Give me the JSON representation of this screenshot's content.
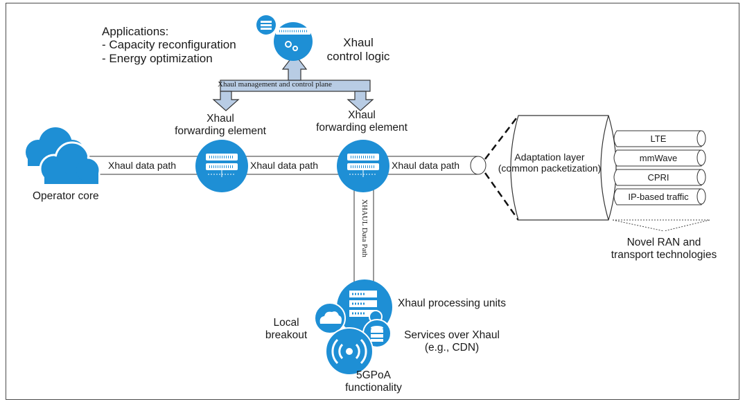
{
  "applications": {
    "title": "Applications:",
    "items": [
      "- Capacity reconfiguration",
      "- Energy optimization"
    ]
  },
  "control_logic": {
    "line1": "Xhaul",
    "line2": "control logic"
  },
  "management_plane": "Xhaul management and control plane",
  "forwarding_element": {
    "line1": "Xhaul",
    "line2": "forwarding element"
  },
  "data_path": "Xhaul data path",
  "vertical_data_path": "XHAUL Data Path",
  "operator_core": "Operator core",
  "adaptation_layer": {
    "line1": "Adaptation layer",
    "line2": "(common packetization)"
  },
  "technologies": [
    "LTE",
    "mmWave",
    "CPRI",
    "IP-based traffic"
  ],
  "novel_ran": {
    "line1": "Novel RAN and",
    "line2": "transport technologies"
  },
  "processing_units": "Xhaul processing units",
  "local_breakout": {
    "line1": "Local",
    "line2": "breakout"
  },
  "services": {
    "line1": "Services over Xhaul",
    "line2": "(e.g., CDN)"
  },
  "poa": {
    "line1": "5GPoA",
    "line2": "functionality"
  },
  "colors": {
    "blue": "#1e8fd5",
    "light_blue": "#b8cce4",
    "dark_line": "#333333"
  }
}
